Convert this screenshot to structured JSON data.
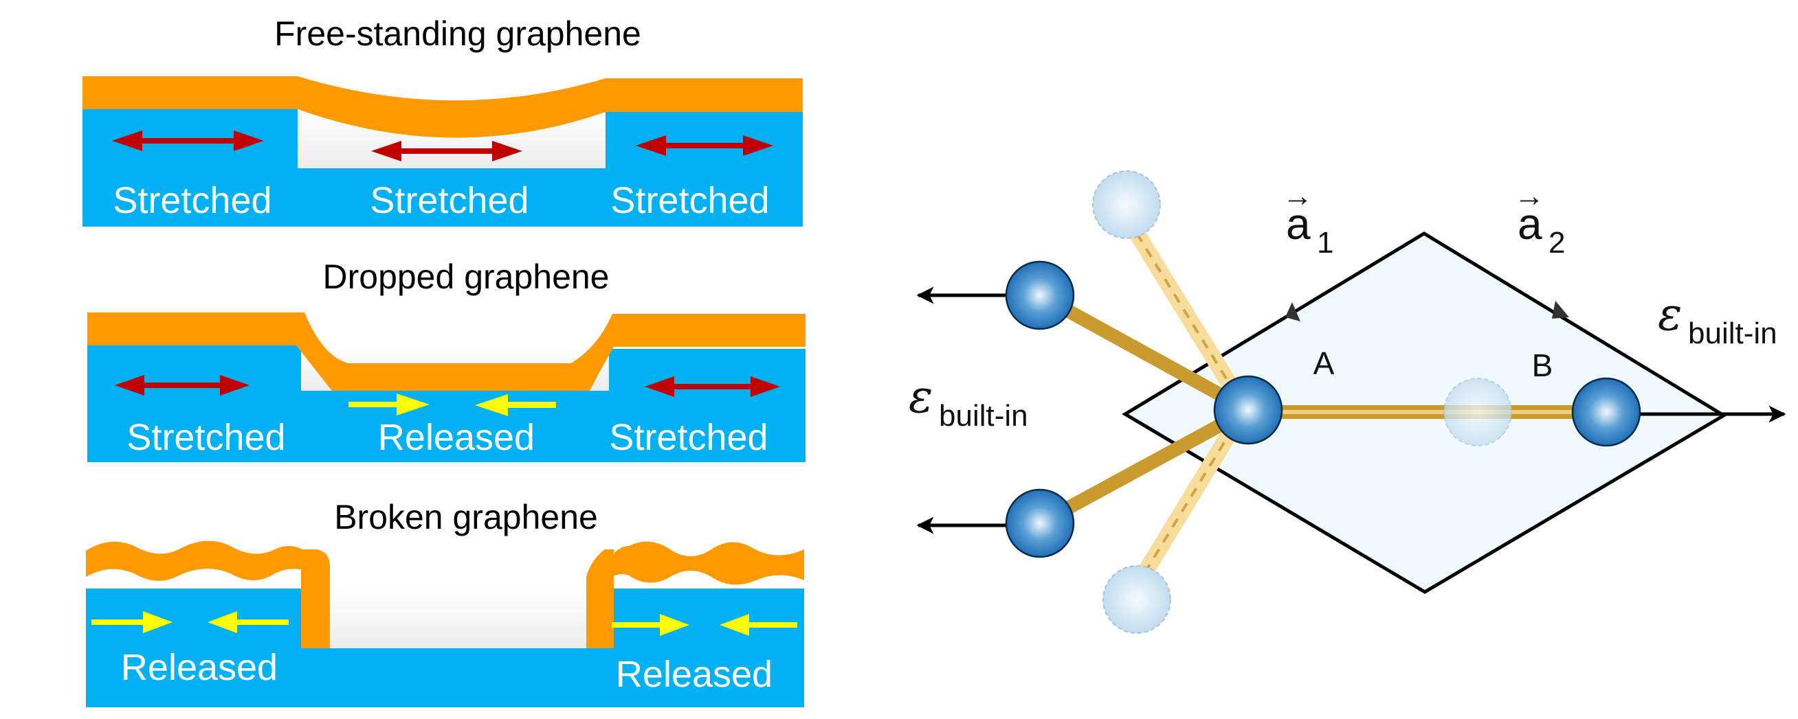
{
  "figure": {
    "colors": {
      "substrate": "#00B0F0",
      "graphene": "#FF9900",
      "stretch_arrow": "#C00000",
      "release_arrow": "#FFFF00",
      "cell_fill": "#F0F9FD",
      "atom": "#1E73BE",
      "ghost_atom": "#C5DFF0",
      "bond": "#D4A437"
    },
    "panels": [
      {
        "title": "Free-standing graphene",
        "labels": [
          "Stretched",
          "Stretched",
          "Stretched"
        ],
        "strain_states": [
          "stretched",
          "stretched",
          "stretched"
        ]
      },
      {
        "title": "Dropped graphene",
        "labels": [
          "Stretched",
          "Released",
          "Stretched"
        ],
        "strain_states": [
          "stretched",
          "released",
          "stretched"
        ]
      },
      {
        "title": "Broken graphene",
        "labels": [
          "Released",
          "Released"
        ],
        "strain_states": [
          "released",
          "released"
        ]
      }
    ],
    "lattice": {
      "vector_a1": "a",
      "vector_a1_sub": "1",
      "vector_a2": "a",
      "vector_a2_sub": "2",
      "vector_arrow": "→",
      "site_a": "A",
      "site_b": "B",
      "strain_symbol": "ε",
      "strain_subscript": "built-in"
    }
  }
}
